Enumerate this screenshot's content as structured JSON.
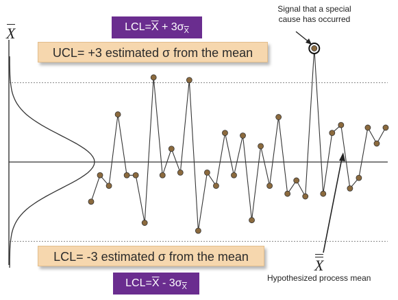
{
  "upper_formula": {
    "lead": "LCL=",
    "symbol": "X",
    "tail": " + 3σ",
    "sub": "X"
  },
  "lower_formula": {
    "lead": "LCL=",
    "symbol": "X",
    "tail": " - 3σ",
    "sub": "X"
  },
  "ucl_label": "UCL= +3 estimated σ from the mean",
  "lcl_label": "LCL= -3 estimated σ from the mean",
  "signal_note": [
    "Signal that a special",
    "cause has occurred"
  ],
  "axis_symbol": "X",
  "mean_symbol": "X",
  "mean_note": "Hypothesized process mean",
  "colors": {
    "purple": "#6a2d8f",
    "tan_box": "#f6d7ae",
    "point_fill": "#8b6a3e",
    "line": "#333333"
  },
  "chart_data": {
    "type": "line",
    "center": 0,
    "ucl": 3,
    "lcl": -3,
    "values": [
      -1.5,
      -0.5,
      -0.9,
      1.8,
      -0.5,
      -0.5,
      -2.3,
      3.2,
      -0.5,
      0.5,
      -0.4,
      3.1,
      -2.6,
      -0.4,
      -0.9,
      1.1,
      -0.5,
      1.0,
      -2.2,
      0.6,
      -0.9,
      1.7,
      -1.2,
      -0.7,
      -1.3,
      4.3,
      -1.2,
      1.1,
      1.4,
      -1.0,
      -0.6,
      1.3,
      0.7,
      1.3
    ],
    "signal_index": 25
  }
}
